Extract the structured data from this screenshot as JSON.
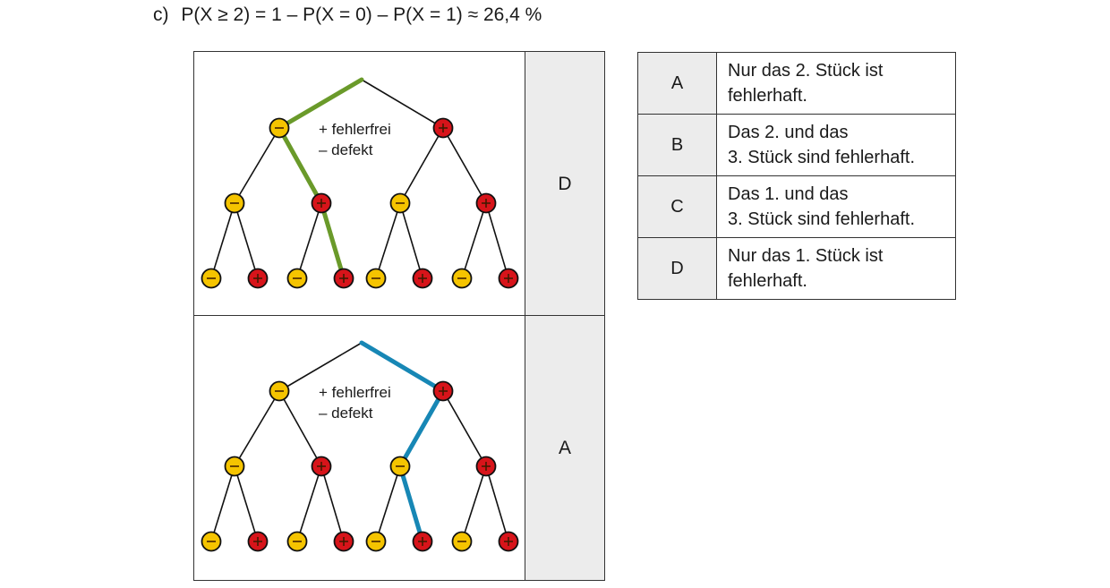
{
  "formula": {
    "part_label": "c)",
    "expression": "P(X ≥ 2) = 1 – P(X = 0) – P(X = 1) ≈ 26,4 %"
  },
  "legend": {
    "line1": "+ fehlerfrei",
    "line2": "– defekt"
  },
  "colors": {
    "defect_node": "#f5c400",
    "ok_node": "#d7141a",
    "highlight_top": "#6a9a2a",
    "highlight_bottom": "#1787b5",
    "answer_cell_bg": "#ececec"
  },
  "panels": [
    {
      "answer": "D",
      "highlight_color_key": "highlight_top",
      "highlighted_path": [
        "-",
        "+",
        "+"
      ]
    },
    {
      "answer": "A",
      "highlight_color_key": "highlight_bottom",
      "highlighted_path": [
        "+",
        "-",
        "+"
      ]
    }
  ],
  "tree": {
    "level1": [
      "-",
      "+"
    ],
    "level2": [
      "-",
      "+",
      "-",
      "+"
    ],
    "level3": [
      "-",
      "+",
      "-",
      "+",
      "-",
      "+",
      "-",
      "+"
    ]
  },
  "options": [
    {
      "key": "A",
      "line1": "Nur das 2. Stück ist",
      "line2": "fehlerhaft."
    },
    {
      "key": "B",
      "line1": "Das 2. und das",
      "line2": "3. Stück sind fehlerhaft."
    },
    {
      "key": "C",
      "line1": "Das 1. und das",
      "line2": "3. Stück sind fehlerhaft."
    },
    {
      "key": "D",
      "line1": "Nur das 1. Stück ist",
      "line2": "fehlerhaft."
    }
  ]
}
